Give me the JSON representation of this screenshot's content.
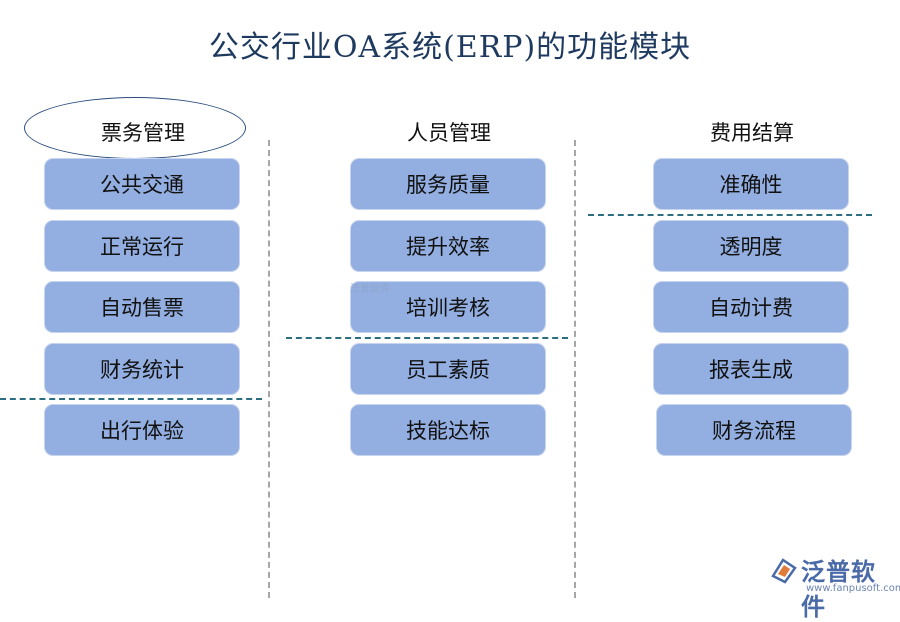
{
  "title": "公交行业OA系统(ERP)的功能模块",
  "columns": [
    {
      "header": "票务管理",
      "items": [
        "公共交通",
        "正常运行",
        "自动售票",
        "财务统计",
        "出行体验"
      ]
    },
    {
      "header": "人员管理",
      "items": [
        "服务质量",
        "提升效率",
        "培训考核",
        "员工素质",
        "技能达标"
      ]
    },
    {
      "header": "费用结算",
      "items": [
        "准确性",
        "透明度",
        "自动计费",
        "报表生成",
        "财务流程"
      ]
    }
  ],
  "watermark": {
    "center": "泛普软件",
    "brand": "泛普软件",
    "url": "www.fanpusoft.com"
  },
  "colors": {
    "box": "#93aee0",
    "accent_line": "#2c6e80",
    "divider": "#a6a6a6",
    "title": "#1f3a5f"
  }
}
